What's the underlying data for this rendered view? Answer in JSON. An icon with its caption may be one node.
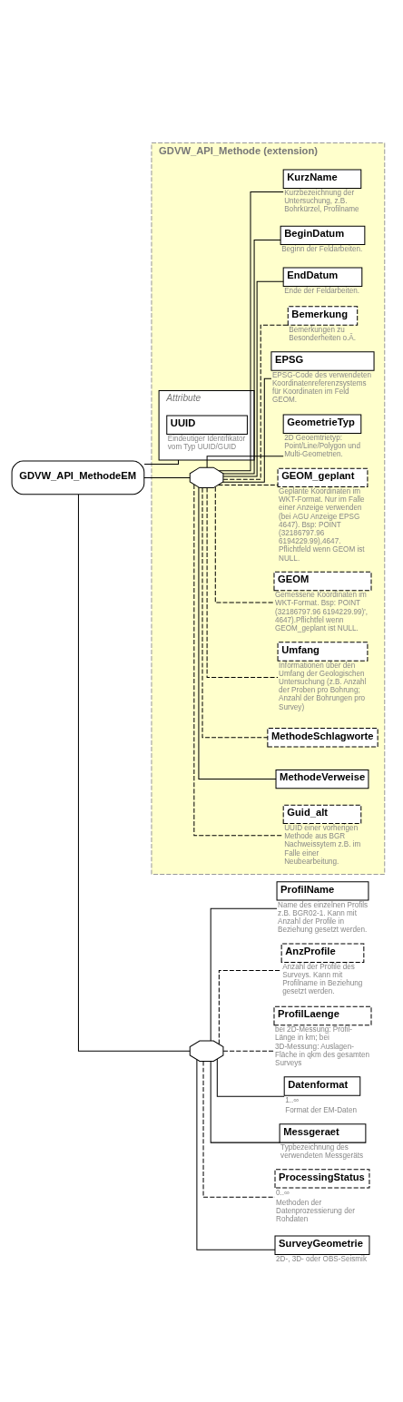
{
  "diagram": {
    "nodes": [
      {
        "text": [
          "GDVW_API_MethodeEM"
        ]
      },
      {
        "text": [
          "GDVW_API_Methode (extension)"
        ]
      },
      {
        "text": [
          "Attribute"
        ],
        "in": 1
      },
      {
        "text": [
          "UUID"
        ],
        "in": 2,
        "beside": [
          "Eindeutiger Identifikator vom Typ UUID/GUID"
        ]
      },
      {
        "text": [],
        "shape": "octagon",
        "in": 1
      },
      {
        "text": [
          "KurzName"
        ],
        "in": 1,
        "beside": [
          "Kurzbezeichnung der Untersuchung, z.B. Bohrkürzel, Profilname"
        ]
      },
      {
        "text": [
          "BeginDatum"
        ],
        "in": 1,
        "beside": [
          "Beginn der Feldarbeiten."
        ]
      },
      {
        "text": [
          "EndDatum"
        ],
        "in": 1,
        "beside": [
          "Ende der Feldarbeiten."
        ]
      },
      {
        "text": [
          "Bemerkung"
        ],
        "in": 1,
        "beside": [
          "Bemerkungen zu Besonderheiten o.Ä."
        ]
      },
      {
        "text": [
          "EPSG"
        ],
        "in": 1,
        "beside": [
          "EPSG-Code des verwendeten Koordinatenreferenzsystems für Koordinaten im Feld GEOM."
        ]
      },
      {
        "text": [
          "GeometrieTyp"
        ],
        "in": 1,
        "beside": [
          "2D Geoemtrietyp: Point/Line/Polygon und Multi-Geometrien."
        ]
      },
      {
        "text": [
          "GEOM_geplant"
        ],
        "in": 1,
        "beside": [
          "Geplante Koordinaten im WKT-Format. Nur im Falle einer Anzeige verwenden (bei AGU Anzeige EPSG 4647). Bsp: POINT (32186797.96 6194229.99),4647. Pflichtfeld wenn GEOM ist NULL."
        ]
      },
      {
        "text": [
          "GEOM"
        ],
        "in": 1,
        "beside": [
          "Gemessene Koordinaten im WKT-Format. Bsp: POINT (32186797.96 6194229.99)',4647).Pflichtfel wenn GEOM_geplant ist NULL."
        ]
      },
      {
        "text": [
          "Umfang"
        ],
        "in": 1,
        "beside": [
          "Informationen über den Umfang der Geologischen Untersuchung (z.B. Anzahl der Proben pro Bohrung; Anzahl der Bohrungen pro Survey)"
        ]
      },
      {
        "text": [
          "MethodeSchlagworte"
        ],
        "in": 1
      },
      {
        "text": [
          "MethodeVerweise"
        ],
        "in": 1
      },
      {
        "text": [
          "Guid_alt"
        ],
        "in": 1,
        "beside": [
          "UUID einer vorherigen Methode aus BGR Nachweissytem z.B. im Falle einer Neubearbeitung."
        ]
      },
      {
        "text": [],
        "shape": "octagon"
      },
      {
        "text": [
          "ProfilName"
        ],
        "beside": [
          "Name des einzelnen Profils z.B. BGR02-1. Kann mit Anzahl der Profile in Beziehung gesetzt werden."
        ]
      },
      {
        "text": [
          "AnzProfile"
        ],
        "beside": [
          "Anzahl der Profile des Surveys. Kann mit Profilname in Beziehung gesetzt werden."
        ]
      },
      {
        "text": [
          "ProfilLaenge"
        ],
        "beside": [
          "bei 2D-Messung: Profil-Länge in km; bei 3D-Messung: Auslagen-Fläche in qkm des gesamten Surveys"
        ]
      },
      {
        "text": [
          "Datenformat"
        ],
        "beside": [
          "1..∞",
          "Format der EM-Daten"
        ]
      },
      {
        "text": [
          "Messgeraet"
        ],
        "beside": [
          "Typbezeichnung des verwendeten Messgeräts"
        ]
      },
      {
        "text": [
          "ProcessingStatus"
        ],
        "beside": [
          "0..∞",
          "Methoden der Datenprozessierung der Rohdaten"
        ]
      },
      {
        "text": [
          "SurveyGeometrie"
        ],
        "beside": [
          "2D-, 3D- oder OBS-Seismik"
        ]
      }
    ],
    "edges": [
      {
        "from": 0,
        "to": 2,
        "arrow": "none"
      },
      {
        "from": 0,
        "to": 4,
        "arrow": "none"
      },
      {
        "from": 4,
        "to": 5,
        "arrow": "none"
      },
      {
        "from": 4,
        "to": 6,
        "arrow": "none"
      },
      {
        "from": 4,
        "to": 7,
        "arrow": "none"
      },
      {
        "from": 4,
        "to": 8,
        "arrow": "none",
        "style": "dashed"
      },
      {
        "from": 4,
        "to": 9,
        "arrow": "none"
      },
      {
        "from": 4,
        "to": 10,
        "arrow": "none"
      },
      {
        "from": 4,
        "to": 11,
        "arrow": "none",
        "style": "dashed"
      },
      {
        "from": 4,
        "to": 12,
        "arrow": "none",
        "style": "dashed"
      },
      {
        "from": 4,
        "to": 13,
        "arrow": "none",
        "style": "dashed"
      },
      {
        "from": 4,
        "to": 14,
        "arrow": "none",
        "style": "dashed"
      },
      {
        "from": 4,
        "to": 15,
        "arrow": "none"
      },
      {
        "from": 4,
        "to": 16,
        "arrow": "none",
        "style": "dashed"
      },
      {
        "from": 0,
        "to": 17,
        "arrow": "none"
      },
      {
        "from": 17,
        "to": 18,
        "arrow": "none"
      },
      {
        "from": 17,
        "to": 19,
        "arrow": "none",
        "style": "dashed"
      },
      {
        "from": 17,
        "to": 20,
        "arrow": "none",
        "style": "dashed"
      },
      {
        "from": 17,
        "to": 21,
        "arrow": "none"
      },
      {
        "from": 17,
        "to": 22,
        "arrow": "none"
      },
      {
        "from": 17,
        "to": 23,
        "arrow": "none",
        "style": "dashed"
      },
      {
        "from": 17,
        "to": 24,
        "arrow": "none"
      }
    ]
  }
}
